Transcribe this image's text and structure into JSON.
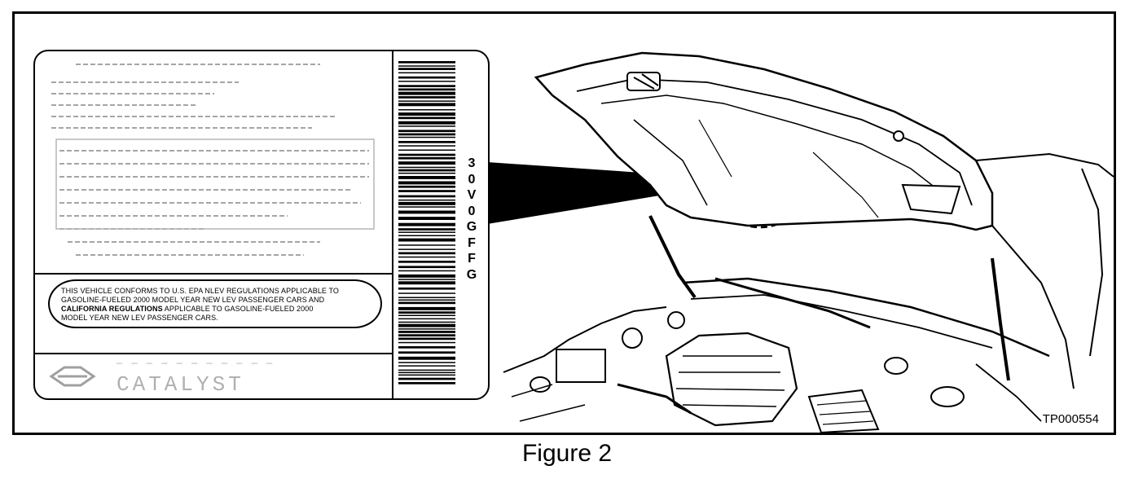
{
  "label": {
    "notice_line1": "THIS VEHICLE CONFORMS TO U.S. EPA NLEV REGULATIONS APPLICABLE TO",
    "notice_line2": "GASOLINE-FUELED 2000 MODEL YEAR NEW LEV PASSENGER CARS AND",
    "notice_bold": "CALIFORNIA REGULATIONS",
    "notice_line3_rest": " APPLICABLE TO GASOLINE-FUELED 2000",
    "notice_line4": "MODEL YEAR NEW LEV PASSENGER CARS.",
    "vin_chars": [
      "3",
      "0",
      "V",
      "0",
      "G",
      "F",
      "F",
      "G"
    ],
    "catalyst_text": "CATALYST"
  },
  "figure_id": "TP000554",
  "caption": "Figure 2"
}
